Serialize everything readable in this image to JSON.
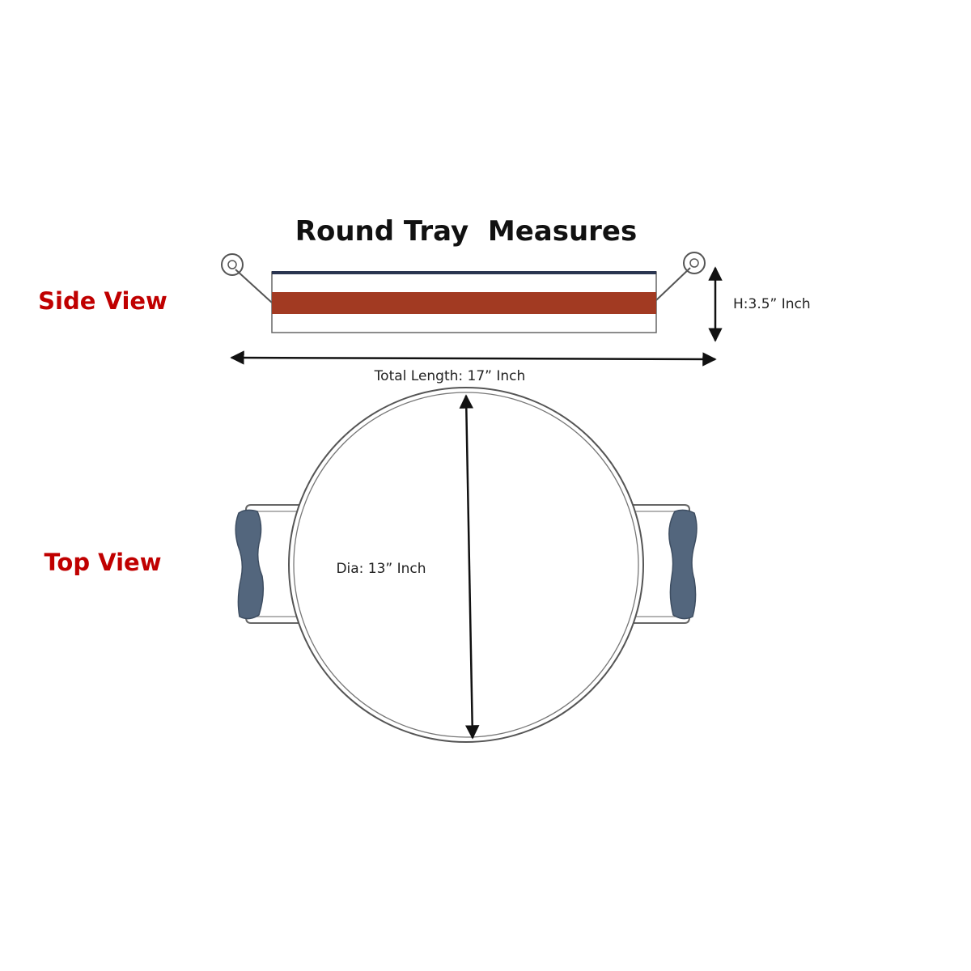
{
  "title": "Round Tray  Measures",
  "labels": {
    "side_view": "Side View",
    "top_view": "Top View"
  },
  "dimensions": {
    "height": "H:3.5” Inch",
    "total_length": "Total Length: 17” Inch",
    "diameter": "Dia: 13” Inch"
  },
  "colors": {
    "label_red": "#c00000",
    "wood_band": "#a23a22",
    "top_rim": "#2a3550",
    "handle_grip": "#53667d",
    "outline": "#555555"
  }
}
